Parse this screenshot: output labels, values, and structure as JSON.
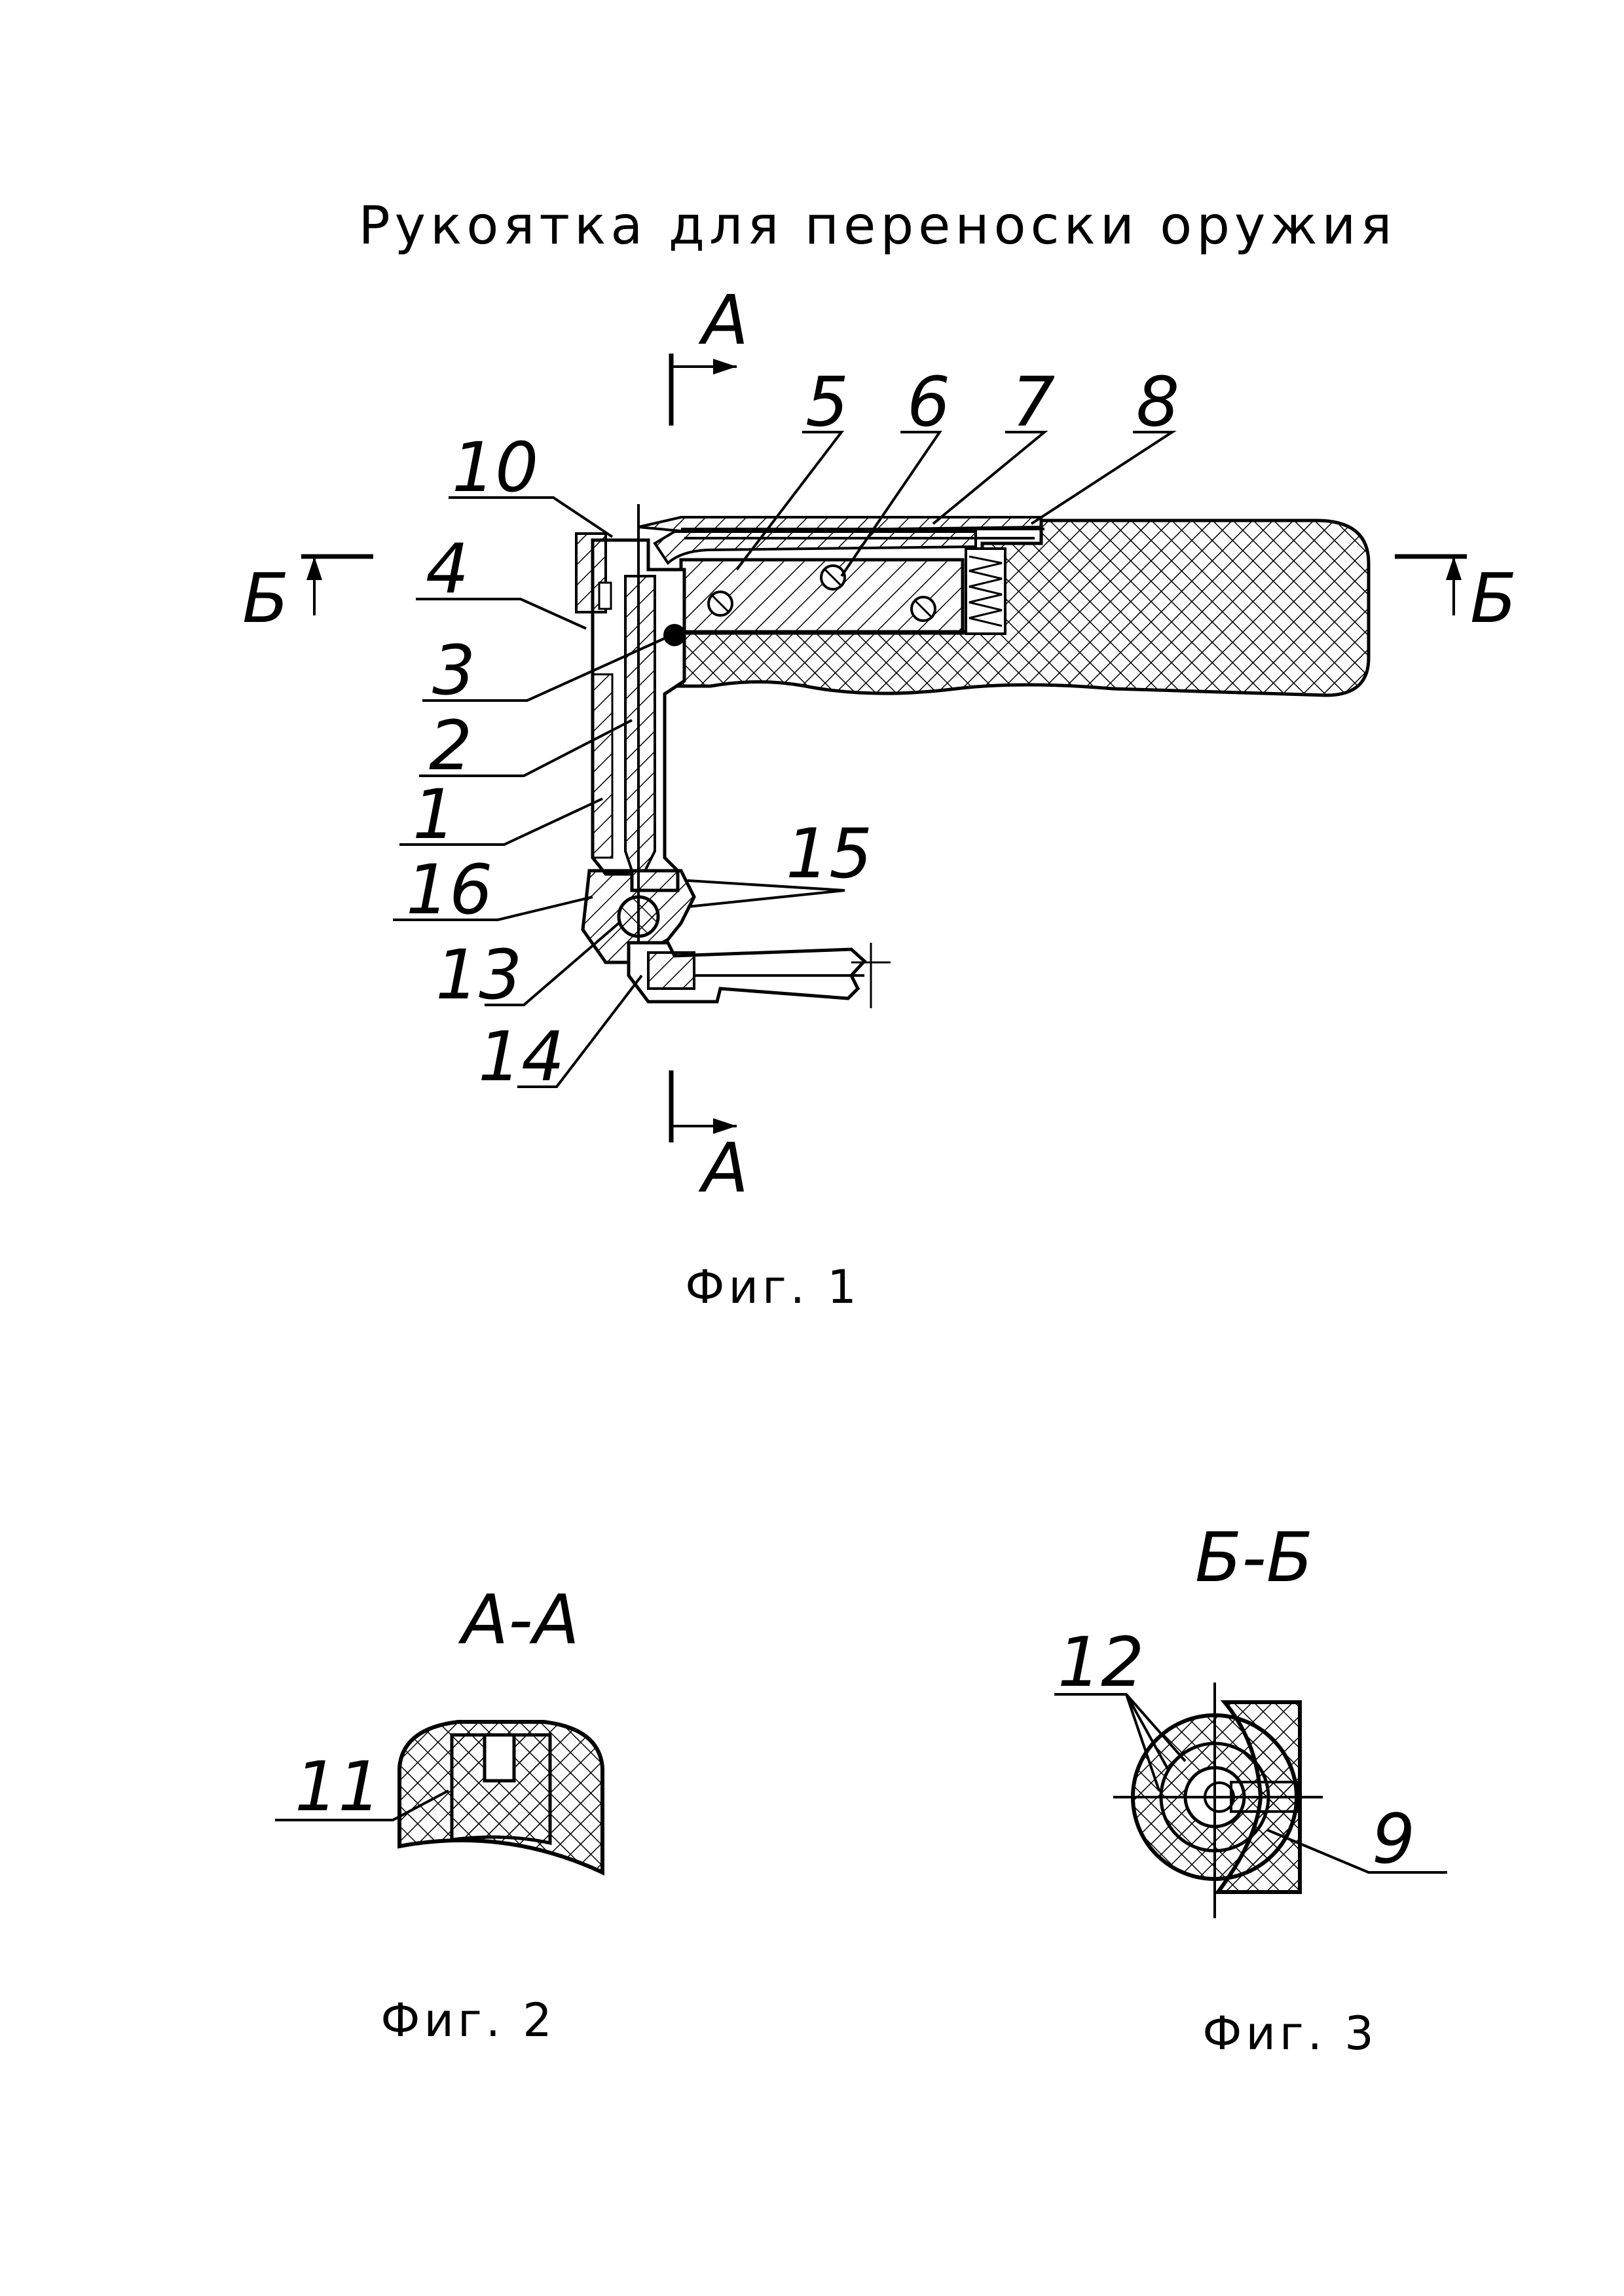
{
  "title": "Рукоятка для переноски оружия",
  "figures": {
    "fig1": {
      "caption": "Фиг. 1"
    },
    "fig2": {
      "caption": "Фиг. 2",
      "section": "А-А"
    },
    "fig3": {
      "caption": "Фиг. 3",
      "section": "Б-Б"
    }
  },
  "section_marks": {
    "a": "А",
    "b": "Б"
  },
  "callouts": {
    "c1": "1",
    "c2": "2",
    "c3": "3",
    "c4": "4",
    "c5": "5",
    "c6": "6",
    "c7": "7",
    "c8": "8",
    "c9": "9",
    "c10": "10",
    "c11": "11",
    "c12": "12",
    "c13": "13",
    "c14": "14",
    "c15": "15",
    "c16": "16"
  }
}
